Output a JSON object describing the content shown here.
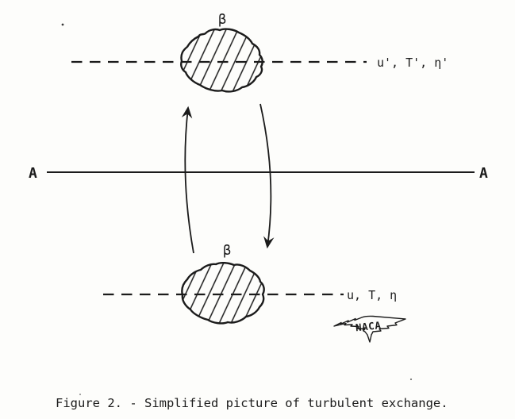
{
  "figure": {
    "caption": "Figure 2. - Simplified picture of turbulent exchange.",
    "section_line": {
      "left_label": "A",
      "right_label": "A"
    },
    "upper_region": {
      "blob_label": "β",
      "centerline_label": "u', T', η'"
    },
    "lower_region": {
      "blob_label": "β",
      "centerline_label": "u, T, η"
    },
    "logo": {
      "text": "NACA"
    },
    "colors": {
      "ink": "#1b1b1b",
      "paper": "#fdfdfb"
    }
  }
}
